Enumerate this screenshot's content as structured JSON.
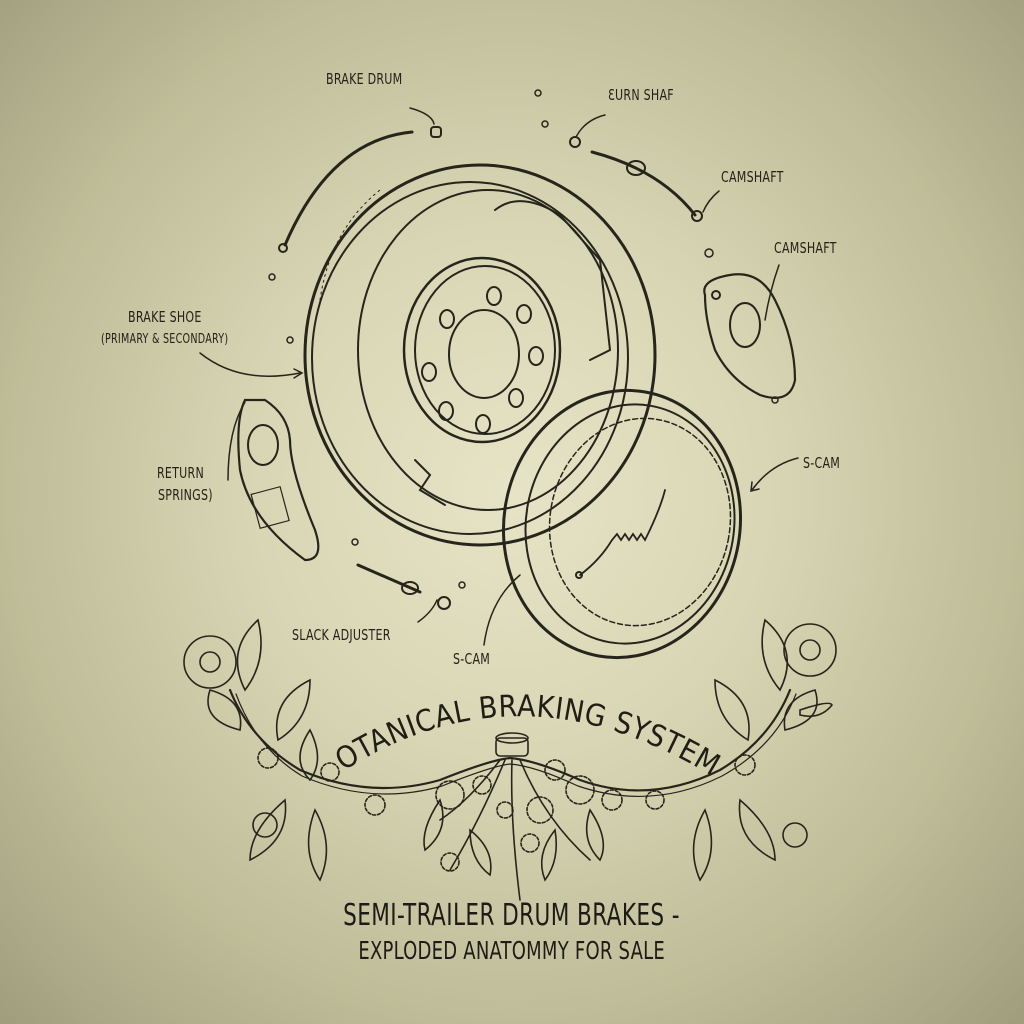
{
  "diagram": {
    "title": "Semi-Trailer Drum Brake Exploded Anatomy",
    "labels": {
      "brake_drum": "BRAKE DRUM",
      "return_shaft": "ƐURN SHAF",
      "camshaft_top": "CAMSHAFT",
      "camshaft_right": "CAMSHAFT",
      "brake_shoe_line1": "BRAKE SHOE",
      "brake_shoe_line2": "(PRIMARY & SECONDARY)",
      "return_springs_line1": "RETURN",
      "return_springs_line2": "SPRINGS)",
      "s_cam_right": "S-CAM",
      "slack_adjuster": "SLACK ADJUSTER",
      "s_cam_bottom": "S-CAM"
    },
    "banner_text": "BOTANICAL BRAKING SYSTEMS",
    "footer": {
      "line1": "SEMI-TRAILER DRUM BRAKES -",
      "line2": "EXPLODED ANATOMMY FOR SALE"
    },
    "colors": {
      "ink": "#232219",
      "paper_center": "#e6e4c6",
      "paper_edge": "#9f9d7c"
    }
  }
}
